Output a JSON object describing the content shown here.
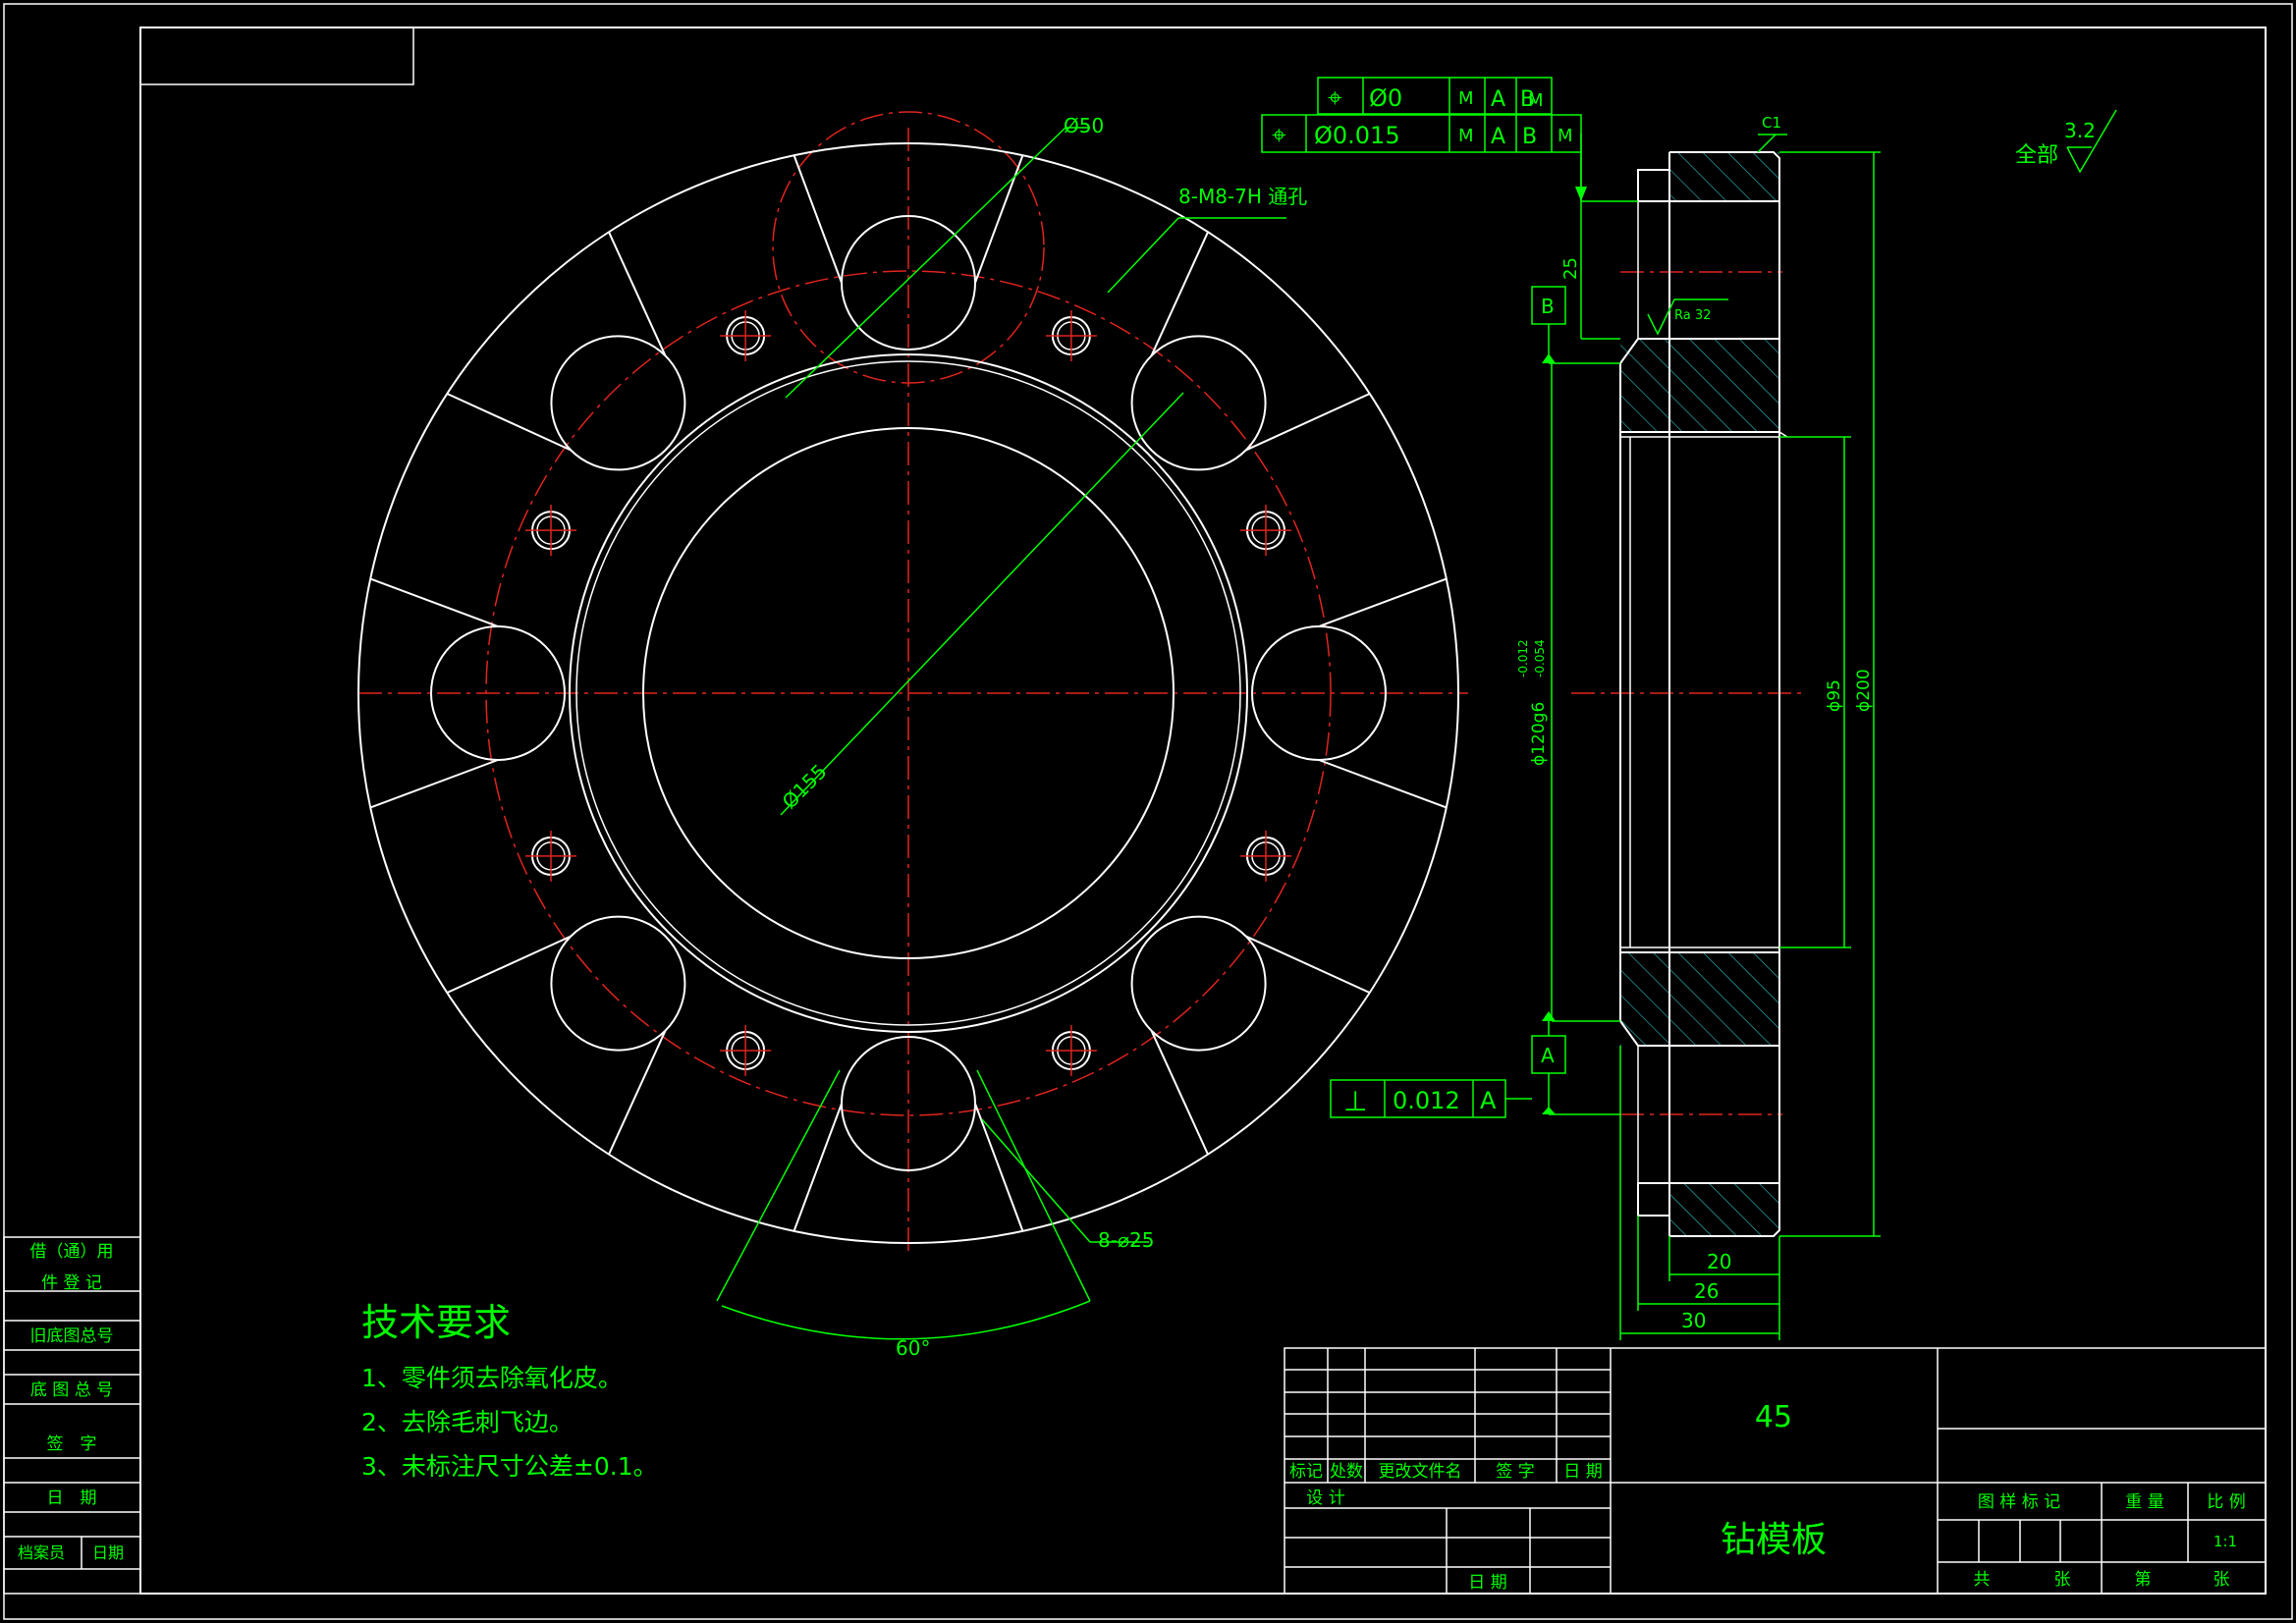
{
  "colors": {
    "background": "#000000",
    "outline": "#ffffff",
    "dimension": "#00ff00",
    "centerline": "#e0241d",
    "hatch": "#2ec3c8"
  },
  "plan_view": {
    "dim_d50": "Ø50",
    "thread_callout": "8-M8-7H 通孔",
    "dim_d155": "Ø155",
    "holes_callout": "8-⌀25",
    "angle": "60°"
  },
  "section_view": {
    "chamfer": "C1",
    "dim_25": "25",
    "datum_b": "B",
    "datum_a": "A",
    "roughness_local": "Ra 32",
    "dim_d120": "ɸ120g6",
    "tol_upper": "-0.012",
    "tol_lower": "-0.054",
    "dim_d95": "ɸ95",
    "dim_d200": "ɸ200",
    "dim_20": "20",
    "dim_26": "26",
    "dim_30": "30"
  },
  "gdt": {
    "row1": {
      "symbol": "⌖",
      "tolerance": "Ø0",
      "mod1": "M",
      "ref_a": "A",
      "ref_b": "B",
      "mod2": "M"
    },
    "row2": {
      "symbol": "⌖",
      "tolerance": "Ø0.015",
      "mod1": "M",
      "ref_a": "A",
      "ref_b": "B",
      "mod2": "M"
    },
    "perp": {
      "symbol": "⊥",
      "tolerance": "0.012",
      "ref": "A"
    }
  },
  "surface_finish": {
    "label": "全部",
    "value": "3.2"
  },
  "tech_requirements": {
    "title": "技术要求",
    "items": [
      "1、零件须去除氧化皮。",
      "2、去除毛刺飞边。",
      "3、未标注尺寸公差±0.1。"
    ]
  },
  "left_strip": [
    "借（通）用",
    "件 登 记",
    "旧底图总号",
    "底 图 总 号",
    "签　字",
    "日　期",
    "档案员",
    "日期"
  ],
  "title_block": {
    "material": "45",
    "part_name": "钻模板",
    "rev_headers": [
      "标记",
      "处数",
      "更改文件名",
      "签 字",
      "日 期"
    ],
    "design": "设 计",
    "date": "日 期",
    "stage_mark": "图 样 标 记",
    "weight": "重 量",
    "scale_label": "比 例",
    "scale": "1:1",
    "total": "共",
    "sheets": "张",
    "sheet_no": "第",
    "sheet_unit": "张"
  }
}
